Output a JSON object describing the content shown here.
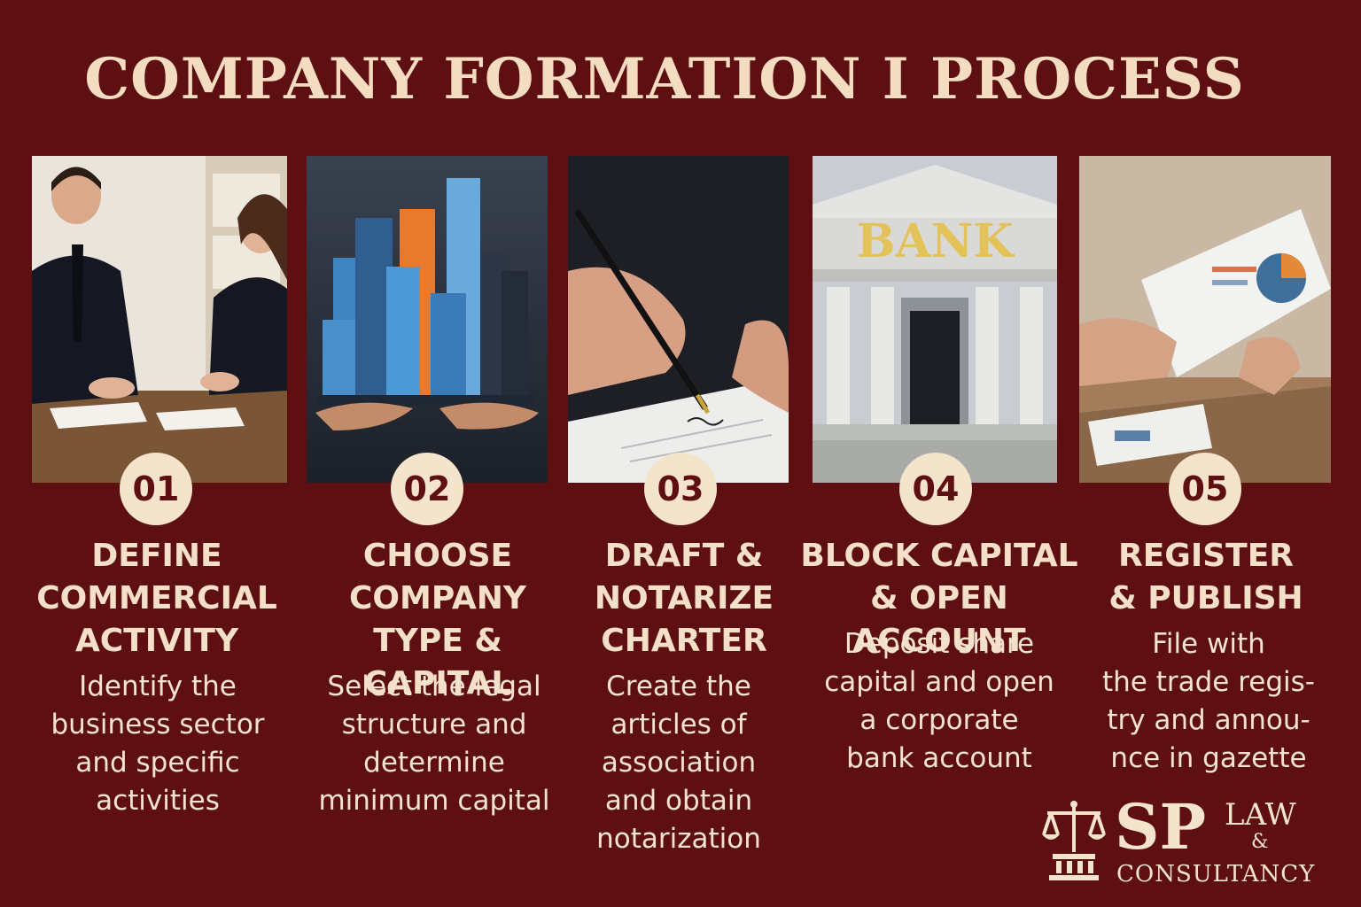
{
  "title": "COMPANY FORMATION I PROCESS",
  "steps": [
    {
      "number": "01",
      "title": [
        "DEFINE",
        "COMMERCIAL",
        "ACTIVITY"
      ],
      "description": [
        "Identify the",
        "business sector",
        "and specific",
        "activities"
      ]
    },
    {
      "number": "02",
      "title": [
        "CHOOSE",
        "COMPANY",
        "TYPE & CAPITAL"
      ],
      "description": [
        "Select the legal",
        "structure and",
        "determine",
        "minimum capital"
      ]
    },
    {
      "number": "03",
      "title": [
        "DRAFT &",
        "NOTARIZE",
        "CHARTER"
      ],
      "description": [
        "Create the",
        "articles of",
        "association",
        "and obtain",
        "notarization"
      ]
    },
    {
      "number": "04",
      "title": [
        "BLOCK CAPITAL",
        "& OPEN ACCOUNT"
      ],
      "description": [
        "Deposit share",
        "capital and open",
        "a corporate",
        "bank account"
      ]
    },
    {
      "number": "05",
      "title": [
        "REGISTER",
        "& PUBLISH"
      ],
      "description": [
        "File with",
        "the trade regis-",
        "try and annou-",
        "nce in gazette"
      ]
    }
  ],
  "bank_sign": "BANK",
  "logo": {
    "sp": "SP",
    "law": "LAW",
    "amp": "&",
    "consultancy": "CONSULTANCY"
  },
  "icons": {
    "logo": "scales-of-justice-icon"
  }
}
